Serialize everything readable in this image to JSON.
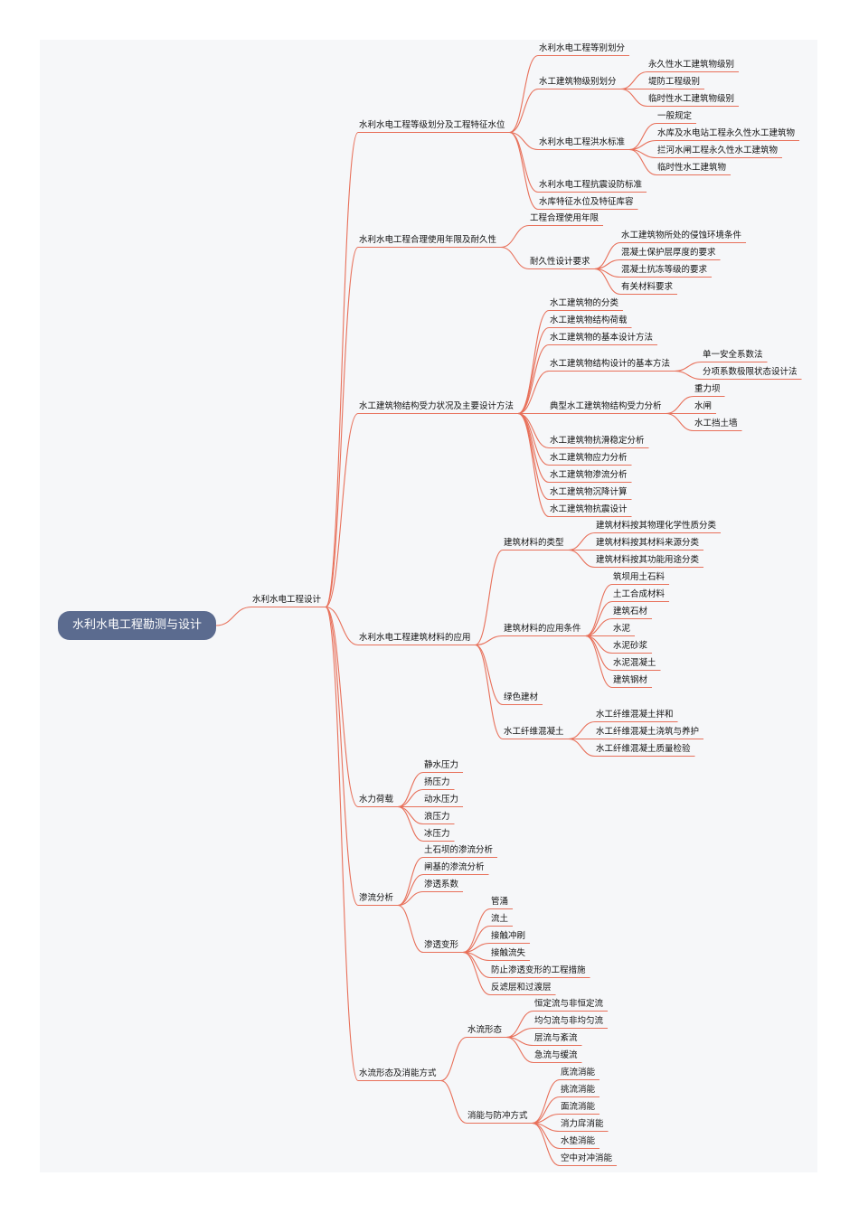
{
  "root": "水利水电工程勘测与设计",
  "tree": {
    "label": "水利水电工程设计",
    "children": [
      {
        "label": "水利水电工程等级划分及工程特征水位",
        "children": [
          {
            "label": "水利水电工程等别划分"
          },
          {
            "label": "水工建筑物级别划分",
            "children": [
              {
                "label": "永久性水工建筑物级别"
              },
              {
                "label": "堤防工程级别"
              },
              {
                "label": "临时性水工建筑物级别"
              }
            ]
          },
          {
            "label": "水利水电工程洪水标准",
            "children": [
              {
                "label": "一般规定"
              },
              {
                "label": "水库及水电站工程永久性水工建筑物"
              },
              {
                "label": "拦河水闸工程永久性水工建筑物"
              },
              {
                "label": "临时性水工建筑物"
              }
            ]
          },
          {
            "label": "水利水电工程抗震设防标准"
          },
          {
            "label": "水库特征水位及特征库容"
          }
        ]
      },
      {
        "label": "水利水电工程合理使用年限及耐久性",
        "children": [
          {
            "label": "工程合理使用年限"
          },
          {
            "label": "耐久性设计要求",
            "children": [
              {
                "label": "水工建筑物所处的侵蚀环境条件"
              },
              {
                "label": "混凝土保护层厚度的要求"
              },
              {
                "label": "混凝土抗冻等级的要求"
              },
              {
                "label": "有关材料要求"
              }
            ]
          }
        ]
      },
      {
        "label": "水工建筑物结构受力状况及主要设计方法",
        "children": [
          {
            "label": "水工建筑物的分类"
          },
          {
            "label": "水工建筑物结构荷载"
          },
          {
            "label": "水工建筑物的基本设计方法"
          },
          {
            "label": "水工建筑物结构设计的基本方法",
            "children": [
              {
                "label": "单一安全系数法"
              },
              {
                "label": "分项系数极限状态设计法"
              }
            ]
          },
          {
            "label": "典型水工建筑物结构受力分析",
            "children": [
              {
                "label": "重力坝"
              },
              {
                "label": "水闸"
              },
              {
                "label": "水工挡土墙"
              }
            ]
          },
          {
            "label": "水工建筑物抗滑稳定分析"
          },
          {
            "label": "水工建筑物应力分析"
          },
          {
            "label": "水工建筑物渗流分析"
          },
          {
            "label": "水工建筑物沉降计算"
          },
          {
            "label": "水工建筑物抗震设计"
          }
        ]
      },
      {
        "label": "水利水电工程建筑材料的应用",
        "children": [
          {
            "label": "建筑材料的类型",
            "children": [
              {
                "label": "建筑材料按其物理化学性质分类"
              },
              {
                "label": "建筑材料按其材料来源分类"
              },
              {
                "label": "建筑材料按其功能用途分类"
              }
            ]
          },
          {
            "label": "建筑材料的应用条件",
            "children": [
              {
                "label": "筑坝用土石料"
              },
              {
                "label": "土工合成材料"
              },
              {
                "label": "建筑石材"
              },
              {
                "label": "水泥"
              },
              {
                "label": "水泥砂浆"
              },
              {
                "label": "水泥混凝土"
              },
              {
                "label": "建筑钢材"
              }
            ]
          },
          {
            "label": "绿色建材"
          },
          {
            "label": "水工纤维混凝土",
            "children": [
              {
                "label": "水工纤维混凝土拌和"
              },
              {
                "label": "水工纤维混凝土浇筑与养护"
              },
              {
                "label": "水工纤维混凝土质量检验"
              }
            ]
          }
        ]
      },
      {
        "label": "水力荷载",
        "children": [
          {
            "label": "静水压力"
          },
          {
            "label": "扬压力"
          },
          {
            "label": "动水压力"
          },
          {
            "label": "浪压力"
          },
          {
            "label": "冰压力"
          }
        ]
      },
      {
        "label": "渗流分析",
        "children": [
          {
            "label": "土石坝的渗流分析"
          },
          {
            "label": "闸基的渗流分析"
          },
          {
            "label": "渗透系数"
          },
          {
            "label": "渗透变形",
            "children": [
              {
                "label": "管涌"
              },
              {
                "label": "流土"
              },
              {
                "label": "接触冲刷"
              },
              {
                "label": "接触流失"
              },
              {
                "label": "防止渗透变形的工程措施"
              },
              {
                "label": "反滤层和过渡层"
              }
            ]
          }
        ]
      },
      {
        "label": "水流形态及消能方式",
        "children": [
          {
            "label": "水流形态",
            "children": [
              {
                "label": "恒定流与非恒定流"
              },
              {
                "label": "均匀流与非均匀流"
              },
              {
                "label": "层流与紊流"
              },
              {
                "label": "急流与缓流"
              }
            ]
          },
          {
            "label": "消能与防冲方式",
            "children": [
              {
                "label": "底流消能"
              },
              {
                "label": "挑流消能"
              },
              {
                "label": "面流消能"
              },
              {
                "label": "消力戽消能"
              },
              {
                "label": "水垫消能"
              },
              {
                "label": "空中对冲消能"
              }
            ]
          }
        ]
      }
    ]
  },
  "colors": {
    "link": "#e8705a",
    "root_bg": "#5b6b8f",
    "canvas_bg": "#f6f7f9"
  }
}
